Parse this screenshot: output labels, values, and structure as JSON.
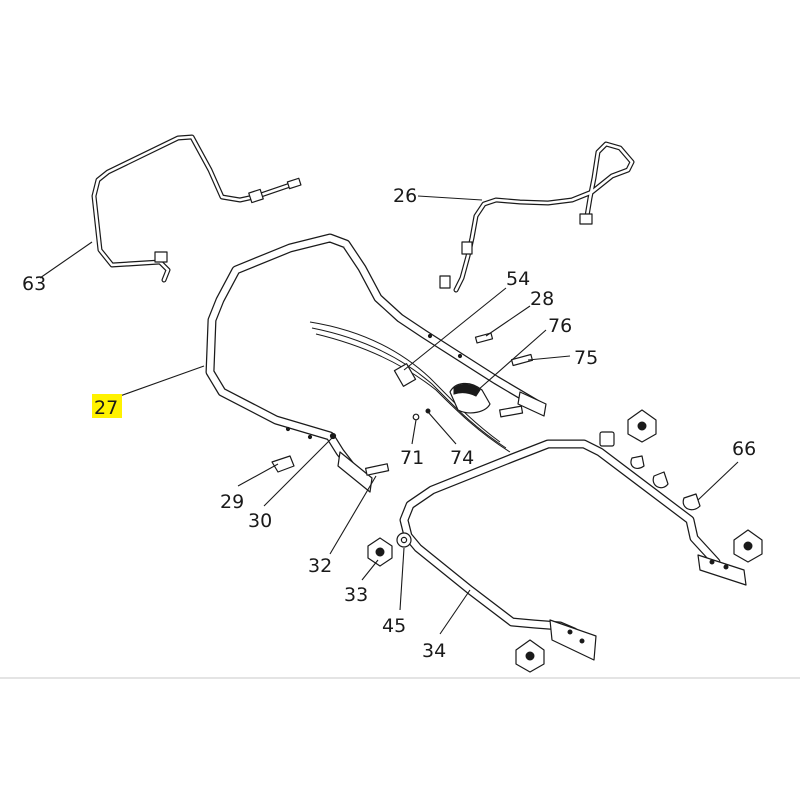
{
  "diagram": {
    "highlight_color": "#fff200",
    "line_color": "#1a1a1a",
    "highlighted_part": "27",
    "labels": {
      "p26": "26",
      "p27": "27",
      "p28": "28",
      "p29": "29",
      "p30": "30",
      "p32": "32",
      "p33": "33",
      "p34": "34",
      "p45": "45",
      "p54": "54",
      "p63": "63",
      "p66": "66",
      "p71": "71",
      "p74": "74",
      "p75": "75",
      "p76": "76"
    }
  }
}
